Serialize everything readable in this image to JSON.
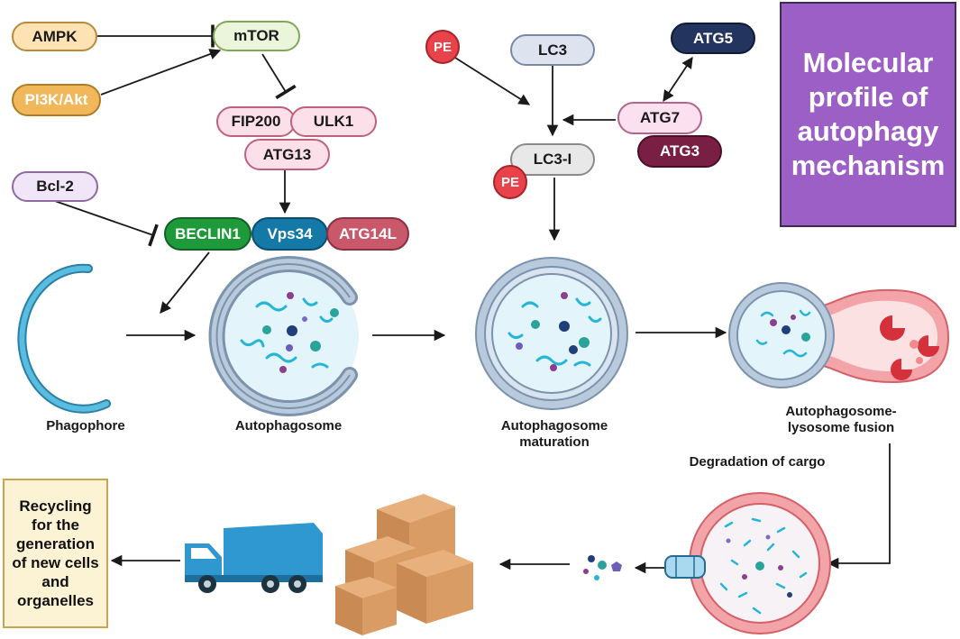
{
  "title": "Molecular profile of autophagy mechanism",
  "proteins": {
    "ampk": "AMPK",
    "pi3k": "PI3K/Akt",
    "mtor": "mTOR",
    "fip200": "FIP200",
    "ulk1": "ULK1",
    "atg13": "ATG13",
    "bcl2": "Bcl-2",
    "beclin1": "BECLIN1",
    "vps34": "Vps34",
    "atg14l": "ATG14L",
    "pe": "PE",
    "lc3": "LC3",
    "lc3i": "LC3-I",
    "atg5": "ATG5",
    "atg7": "ATG7",
    "atg3": "ATG3"
  },
  "stages": {
    "phagophore": "Phagophore",
    "autophagosome": "Autophagosome",
    "maturation": "Autophagosome maturation",
    "fusion": "Autophagosome-lysosome fusion",
    "degradation": "Degradation of cargo"
  },
  "recycling": "Recycling for the generation of new cells and organelles",
  "colors": {
    "title_bg": "#9b5fc6",
    "membrane": "#9fb6cf",
    "lysosome": "#f3a4a8",
    "phagophore": "#3ba3c9",
    "beclin1": "#1f9a3a",
    "vps34": "#1579a8",
    "atg14l": "#c8586a",
    "atg3": "#7a1f44",
    "atg5": "#23345f",
    "recycling_bg": "#fbf3d4"
  },
  "icons": [
    "garbage-truck-icon",
    "cardboard-boxes-icon"
  ]
}
